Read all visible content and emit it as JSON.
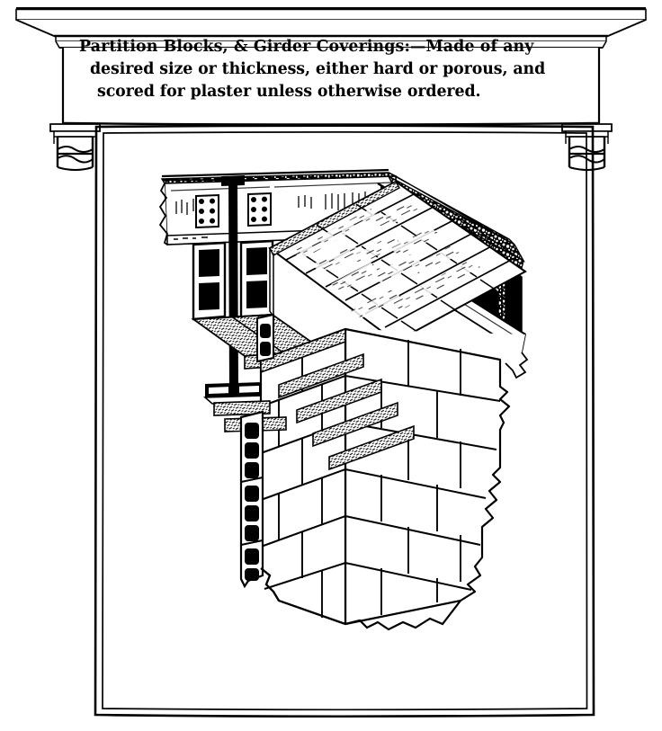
{
  "plate": {
    "caption": {
      "line1": "Partition Blocks, & Girder Coverings:—Made of any",
      "line2": "desired size or thickness, either hard or porous, and",
      "line3": "scored for plaster unless otherwise ordered."
    },
    "ink_color": "#000000",
    "paper_color": "#ffffff",
    "frame": {
      "cornice_label": "cornice",
      "header_band_label": "caption band",
      "bracket_left_label": "corbel bracket left",
      "bracket_right_label": "corbel bracket right",
      "panel_label": "illustration panel"
    },
    "illustration": {
      "title": "Cut-away isometric of hollow tile partition blocks and girder covering",
      "parts": [
        {
          "name": "steel-i-beam",
          "label": "steel I-beam"
        },
        {
          "name": "girder-covering-block",
          "label": "girder covering block"
        },
        {
          "name": "girder-soffit-block",
          "label": "girder soffit block"
        },
        {
          "name": "floor-arch-tile",
          "label": "floor arch tile"
        },
        {
          "name": "cinder-concrete-fill",
          "label": "cinder concrete fill"
        },
        {
          "name": "partition-block-wall",
          "label": "partition block wall"
        },
        {
          "name": "hollow-cell-section",
          "label": "hollow cell section"
        },
        {
          "name": "broken-edge",
          "label": "broken-away edge"
        }
      ]
    }
  }
}
